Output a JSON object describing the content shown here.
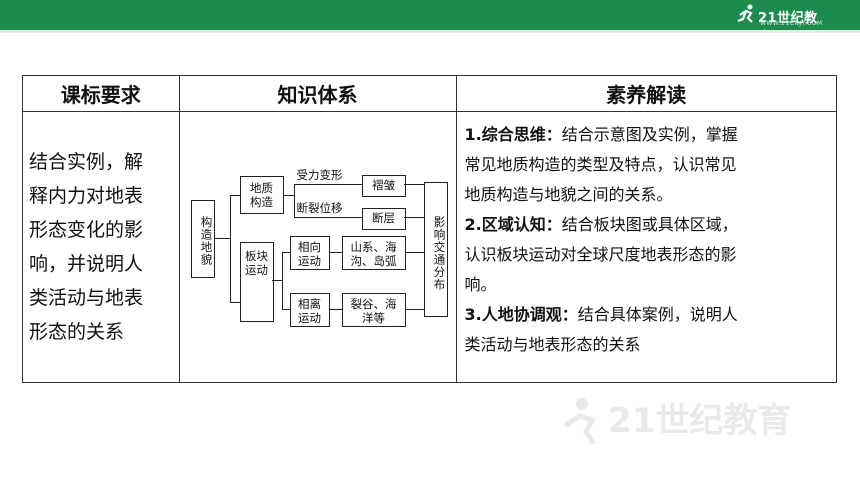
{
  "header": {
    "logo_text": "21世纪教育",
    "logo_sub": "WWW.21CNJY.COM"
  },
  "table": {
    "headers": [
      "课标要求",
      "知识体系",
      "素养解读"
    ],
    "requirement_lines": [
      "结合实例，解",
      "释内力对地表",
      "形态变化的影",
      "响，并说明人",
      "类活动与地表",
      "形态的关系"
    ],
    "literacy": [
      {
        "title": "1.综合思维：",
        "lines": [
          "结合示意图及实例，掌握",
          "常见地质构造的类型及特点，认识常见",
          "地质构造与地貌之间的关系。"
        ]
      },
      {
        "title": "2.区域认知：",
        "lines": [
          "结合板块图或具体区域，",
          "认识板块运动对全球尺度地表形态的影",
          "响。"
        ]
      },
      {
        "title": "3.人地协调观：",
        "lines": [
          "结合具体案例，说明人",
          "类活动与地表形态的关系"
        ]
      }
    ]
  },
  "diagram": {
    "root": "构造地貌",
    "geology": "地质构造",
    "fold_label": "受力变形",
    "fault_label": "断裂位移",
    "fold": "褶皱",
    "fault": "断层",
    "plate": "板块运动",
    "converge": "相向运动",
    "diverge": "相离运动",
    "converge_result": "山系、海沟、岛弧",
    "diverge_result": "裂谷、海洋等",
    "effect": "影响交通分布"
  },
  "colors": {
    "topbar": "#1d8a4e",
    "border": "#333333"
  }
}
